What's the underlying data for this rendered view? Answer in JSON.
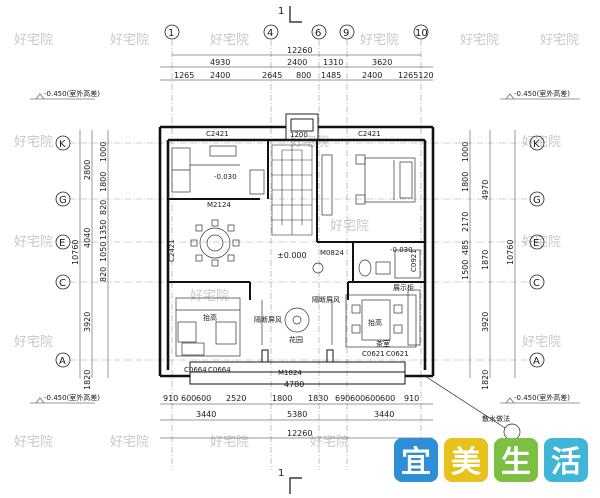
{
  "axes": {
    "top": [
      "1",
      "4",
      "6",
      "9",
      "10"
    ],
    "left": [
      "K",
      "G",
      "E",
      "C",
      "A"
    ],
    "right": [
      "K",
      "G",
      "E",
      "C",
      "A"
    ]
  },
  "section_marker": "1",
  "dims": {
    "top_total": "12260",
    "top_row2": [
      "4930",
      "2400",
      "1310",
      "3620"
    ],
    "top_row3": [
      "1265",
      "2400",
      "2645",
      "800",
      "1485",
      "2400",
      "1265120"
    ],
    "left_outer": "10760",
    "left_segments": [
      "2800",
      "4040",
      "3920",
      "1820"
    ],
    "left_inner": [
      "1000",
      "1800",
      "820",
      "1350",
      "1050",
      "820"
    ],
    "right_outer": "10760",
    "right_segments": [
      "4970",
      "1870",
      "3920",
      "1820"
    ],
    "right_inner": [
      "1000",
      "1800",
      "2170",
      "485",
      "1500"
    ],
    "bottom_row1": [
      "910",
      "600",
      "600",
      "2520",
      "1800",
      "1830",
      "690",
      "600",
      "600",
      "600",
      "910"
    ],
    "bottom_mid": [
      "3440",
      "5380",
      "3440"
    ],
    "bottom_total": "12260",
    "inner_4780": "4780"
  },
  "elevations": {
    "outdoor_label": "-0.450(室外高差)",
    "floor": "±0.000",
    "kitchen": "-0.030",
    "bath": "-0.030"
  },
  "rooms": {
    "screen_left": "隔断屏风",
    "screen_right": "隔断屏风",
    "garden": "花园",
    "tea_left": "抬高",
    "tea_right": "抬高",
    "display": "展示柜",
    "stair_room": "茶室",
    "vent": "散水做法"
  },
  "tags": {
    "c2421_a": "C2421",
    "c2421_b": "C2421",
    "c2421_left": "C2421",
    "m2124": "M2124",
    "m0824": "M0824",
    "m1824": "M1824",
    "c0664_a": "C0664",
    "c0664_b": "C0664",
    "c0621_a": "C0621",
    "c0621_b": "C0621",
    "c0921": "C0921",
    "top_vent": "1200"
  },
  "watermark": "好宅院",
  "brand": {
    "chars": [
      "宜",
      "美",
      "生",
      "活"
    ],
    "colors": [
      "#2f8fd6",
      "#e8c21c",
      "#7bc043",
      "#3fb5d8"
    ]
  }
}
